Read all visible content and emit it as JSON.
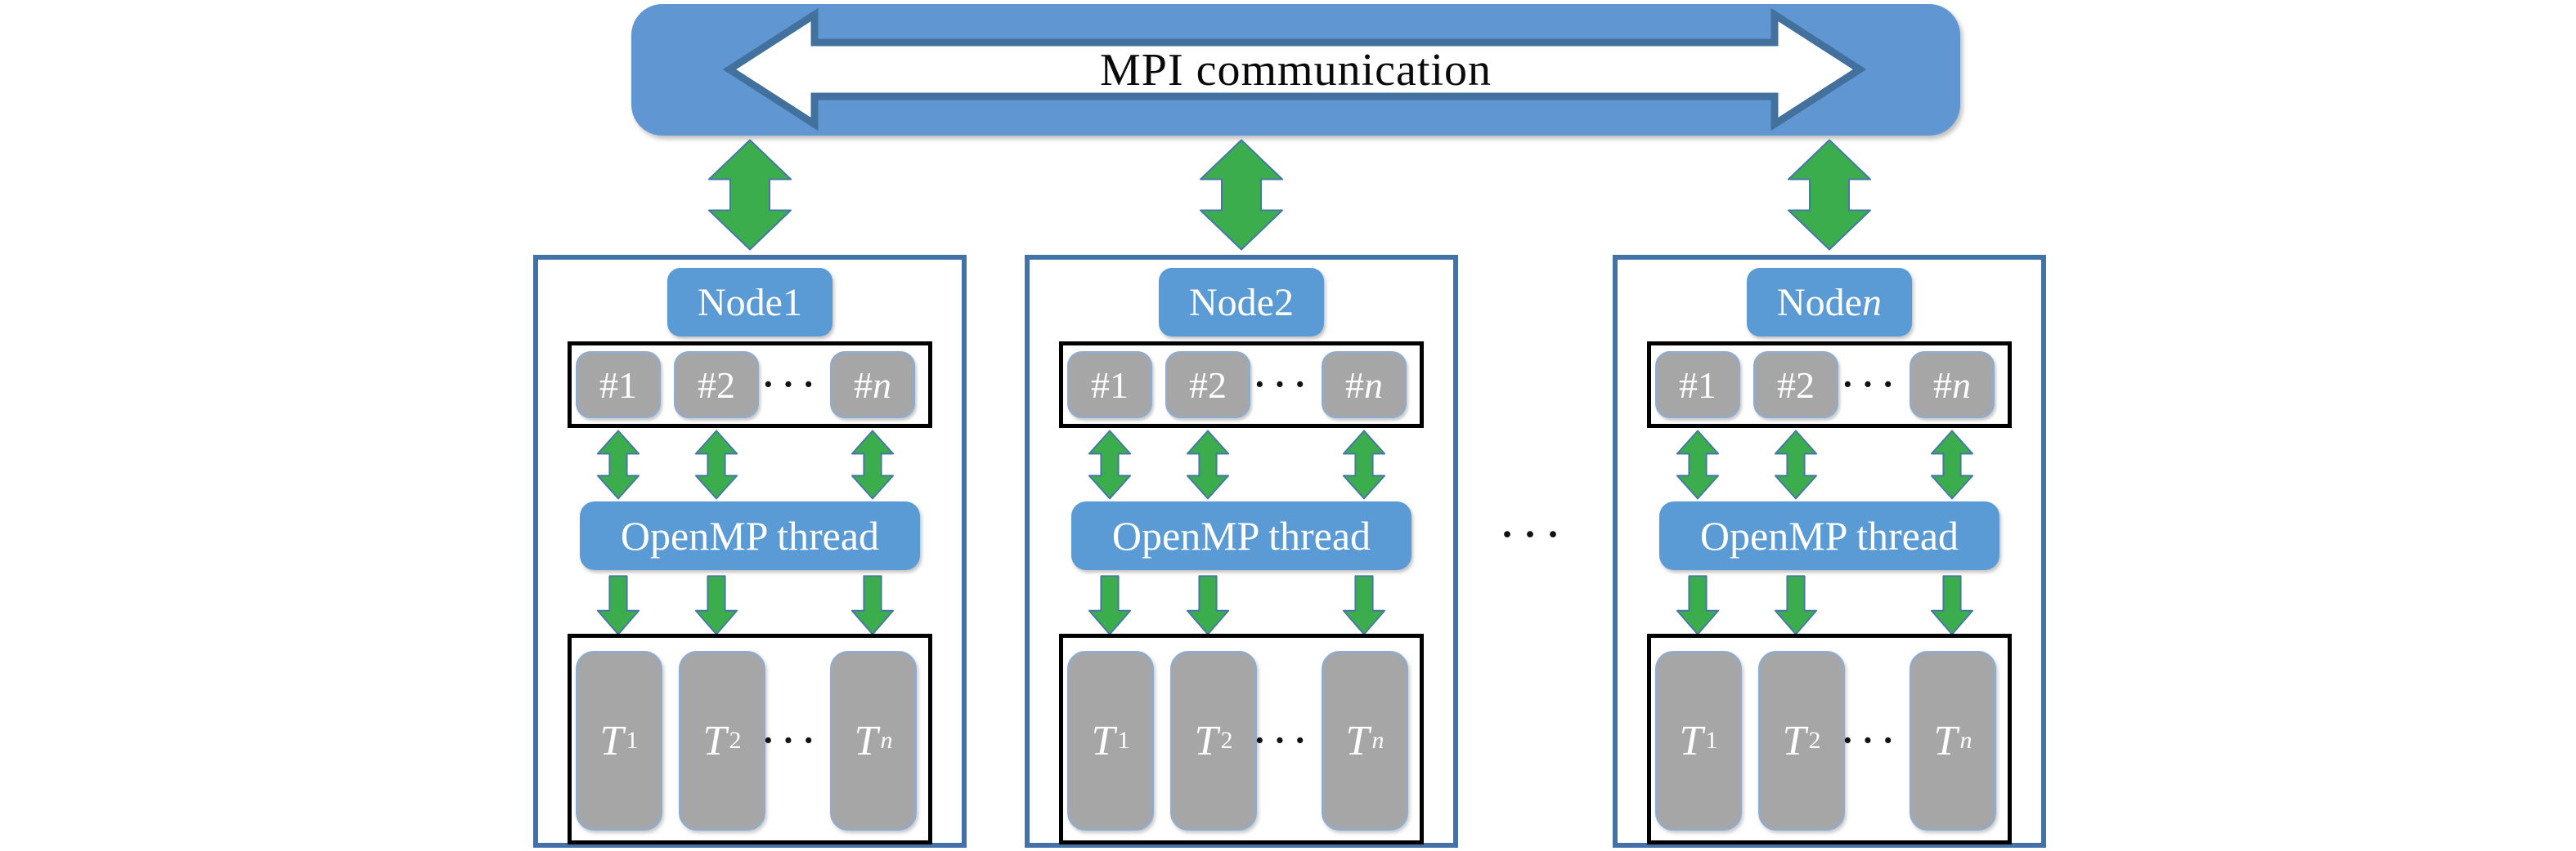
{
  "diagram": {
    "title_semantic": "Hybrid MPI + OpenMP parallelization scheme",
    "mpi_label": "MPI communication",
    "between_nodes_ellipsis": "···"
  },
  "colors": {
    "bar_blue": "#6097d3",
    "label_blue": "#5b9bd5",
    "outline_blue": "#41719c",
    "node_border_blue": "#4472a8",
    "arrow_green": "#3cad4c",
    "box_gray": "#a6a6a6",
    "inner_border_black": "#000000",
    "text_white": "#ffffff",
    "text_black": "#0a0a0a"
  },
  "nodes": [
    {
      "label": {
        "prefix": "Node ",
        "num": "1",
        "var": ""
      },
      "cores": {
        "items": [
          {
            "prefix": "#",
            "num": "1",
            "var": ""
          },
          {
            "prefix": "#",
            "num": "2",
            "var": ""
          },
          {
            "prefix": "#",
            "num": "",
            "var": "n"
          }
        ],
        "ellipsis": "···"
      },
      "openmp_label": "OpenMP thread",
      "tasks": {
        "items": [
          {
            "main": "T",
            "sub_num": "1",
            "sub_var": ""
          },
          {
            "main": "T",
            "sub_num": "2",
            "sub_var": ""
          },
          {
            "main": "T",
            "sub_num": "",
            "sub_var": "n"
          }
        ],
        "ellipsis": "···"
      }
    },
    {
      "label": {
        "prefix": "Node ",
        "num": "2",
        "var": ""
      },
      "cores": {
        "items": [
          {
            "prefix": "#",
            "num": "1",
            "var": ""
          },
          {
            "prefix": "#",
            "num": "2",
            "var": ""
          },
          {
            "prefix": "#",
            "num": "",
            "var": "n"
          }
        ],
        "ellipsis": "···"
      },
      "openmp_label": "OpenMP thread",
      "tasks": {
        "items": [
          {
            "main": "T",
            "sub_num": "1",
            "sub_var": ""
          },
          {
            "main": "T",
            "sub_num": "2",
            "sub_var": ""
          },
          {
            "main": "T",
            "sub_num": "",
            "sub_var": "n"
          }
        ],
        "ellipsis": "···"
      }
    },
    {
      "label": {
        "prefix": "Node ",
        "num": "",
        "var": "n"
      },
      "cores": {
        "items": [
          {
            "prefix": "#",
            "num": "1",
            "var": ""
          },
          {
            "prefix": "#",
            "num": "2",
            "var": ""
          },
          {
            "prefix": "#",
            "num": "",
            "var": "n"
          }
        ],
        "ellipsis": "···"
      },
      "openmp_label": "OpenMP thread",
      "tasks": {
        "items": [
          {
            "main": "T",
            "sub_num": "1",
            "sub_var": ""
          },
          {
            "main": "T",
            "sub_num": "2",
            "sub_var": ""
          },
          {
            "main": "T",
            "sub_num": "",
            "sub_var": "n"
          }
        ],
        "ellipsis": "···"
      }
    }
  ]
}
